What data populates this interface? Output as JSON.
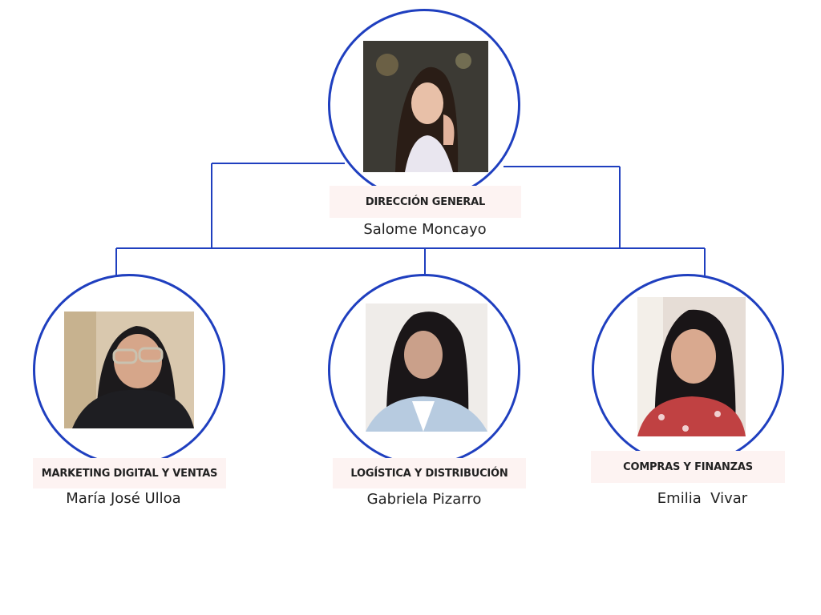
{
  "colors": {
    "line": "#1f3fbf",
    "role_box_bg": "#fdf3f2",
    "text": "#222222"
  },
  "director": {
    "role": "DIRECCIÓN GENERAL",
    "name": "Salome Moncayo",
    "photo_icon": "person-photo-icon"
  },
  "departments": [
    {
      "role": "MARKETING DIGITAL Y VENTAS",
      "name": "María José Ulloa",
      "photo_icon": "person-photo-icon"
    },
    {
      "role": "LOGÍSTICA Y DISTRIBUCIÓN",
      "name": "Gabriela Pizarro",
      "photo_icon": "person-photo-icon"
    },
    {
      "role": "COMPRAS Y FINANZAS",
      "name": "Emilia  Vivar",
      "photo_icon": "person-photo-icon"
    }
  ]
}
